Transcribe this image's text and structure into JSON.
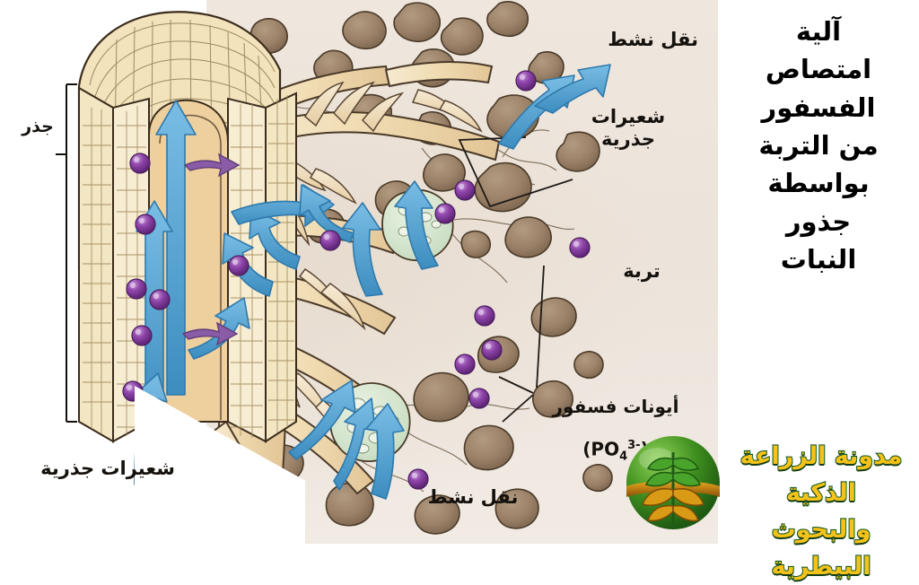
{
  "title": {
    "text": "آلية امتصاص الفسفور من التربة بواسطة جذور النبات",
    "lines": [
      "آلية",
      "امتصاص",
      "الفسفور",
      "من التربة",
      "بواسطة",
      "جذور",
      "النبات"
    ]
  },
  "diagram": {
    "type": "biology-illustration",
    "subject": "Phosphorus (phosphate) uptake from soil by plant roots",
    "background_color": "#efe7de",
    "panel_color": "#ffffff",
    "labels": {
      "root": "جذر",
      "active_transport_top": "نقل نشط",
      "root_hairs_right": "شعيرات\nجذرية",
      "soil": "تربة",
      "phosphate_ions": "أيونات فسفور",
      "phosphate_formula": "PO4 3-",
      "root_hairs_bottom": "شعيرات جذرية",
      "active_transport_bottom": "نقل نشط"
    },
    "colors": {
      "arrow_blue": "#4f9fd0",
      "arrow_purple": "#8a5ba6",
      "ion_purple": "#8b3f9e",
      "soil_particle": "#9b8168",
      "root_tissue": "#f0dfb4",
      "root_cortex": "#e9cfa0",
      "mycorrhiza": "#d8e6cf",
      "outline": "#3b2c1c"
    },
    "counts": {
      "ion_spheres": 16,
      "soil_particles": 26,
      "blue_arrows": 13,
      "purple_arrows": 2,
      "mycorrhizal_structures": 2
    }
  },
  "logo": {
    "line1": "مدونة الزراعة الذكية",
    "line2": "والبحوث البيطرية",
    "mark": "wheat-plant-globe-icon",
    "colors": {
      "text": "#f4c21a",
      "outline": "#1d5c22",
      "globe_top": "#55a832",
      "globe_bottom": "#c98a16"
    }
  }
}
